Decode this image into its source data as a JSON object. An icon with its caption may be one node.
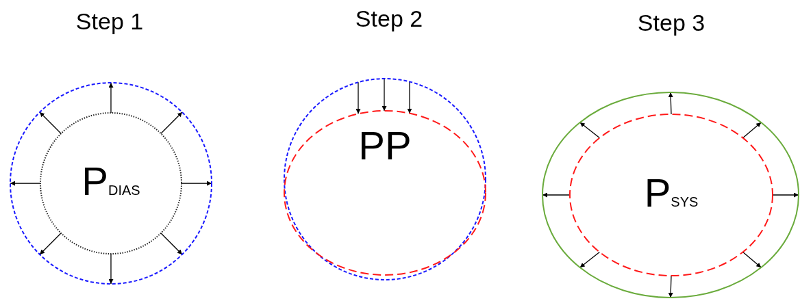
{
  "diagram": {
    "nodes": [
      {
        "text": [],
        "shape": "circle"
      },
      {
        "text": [
          "P$_{DIAS}$"
        ],
        "in": 0
      },
      {
        "text": [],
        "shape": "circle"
      },
      {
        "text": [
          "PP"
        ],
        "in": 2
      },
      {
        "text": [],
        "shape": "ellipse"
      },
      {
        "text": [
          "P$_{SYS}$"
        ],
        "in": 4
      }
    ],
    "edges": [
      {
        "from": 1,
        "to": 0,
        "arrow": "to"
      },
      {
        "from": 1,
        "to": 0,
        "arrow": "to"
      },
      {
        "from": 1,
        "to": 0,
        "arrow": "to"
      },
      {
        "from": 1,
        "to": 0,
        "arrow": "to"
      },
      {
        "from": 1,
        "to": 0,
        "arrow": "to"
      },
      {
        "from": 1,
        "to": 0,
        "arrow": "to"
      },
      {
        "from": 1,
        "to": 0,
        "arrow": "to"
      },
      {
        "from": 1,
        "to": 0,
        "arrow": "to"
      },
      {
        "from": 2,
        "to": 3,
        "arrow": "to"
      },
      {
        "from": 2,
        "to": 3,
        "arrow": "to"
      },
      {
        "from": 2,
        "to": 3,
        "arrow": "to"
      },
      {
        "from": 5,
        "to": 4,
        "arrow": "to"
      },
      {
        "from": 5,
        "to": 4,
        "arrow": "to"
      },
      {
        "from": 5,
        "to": 4,
        "arrow": "to"
      },
      {
        "from": 5,
        "to": 4,
        "arrow": "to"
      },
      {
        "from": 5,
        "to": 4,
        "arrow": "to"
      },
      {
        "from": 5,
        "to": 4,
        "arrow": "to"
      },
      {
        "from": 5,
        "to": 4,
        "arrow": "to"
      },
      {
        "from": 5,
        "to": 4,
        "arrow": "to"
      }
    ],
    "labels": [
      "Step 1",
      "Step 2",
      "Step 3"
    ]
  }
}
